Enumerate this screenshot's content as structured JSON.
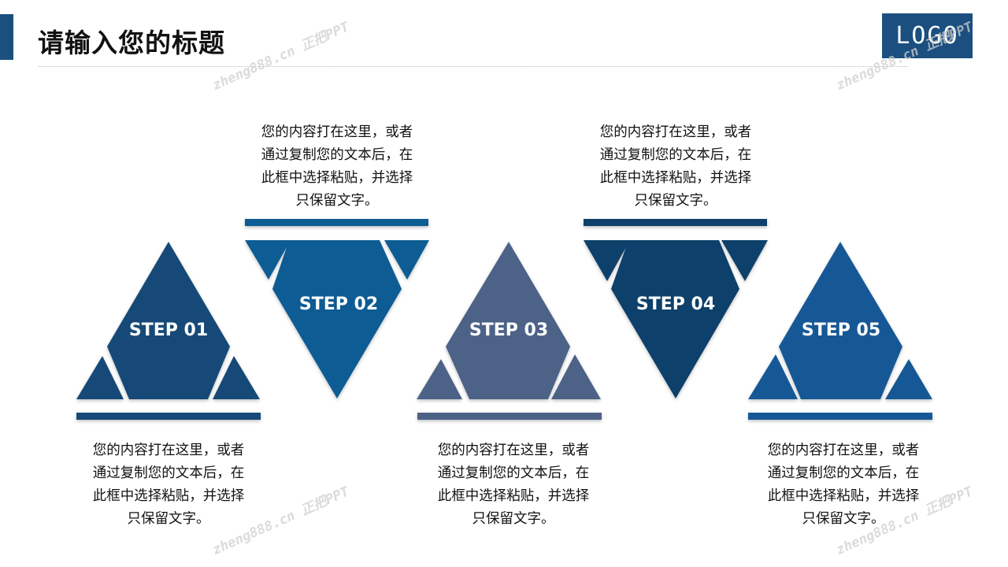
{
  "page": {
    "title": "请输入您的标题",
    "logo": "LOGO",
    "watermark": "zheng888.cn 正把PPT"
  },
  "colors": {
    "primary": "#1b4f80",
    "step1": "#174a77",
    "step2": "#0f5b93",
    "step3": "#4d6287",
    "step4": "#113f6b",
    "step5": "#135896"
  },
  "steps": [
    {
      "label": "STEP 01",
      "color": "#174a77",
      "text": [
        "您的内容打在这里，或者",
        "通过复制您的文本后，在",
        "此框中选择粘贴，并选择",
        "只保留文字。"
      ]
    },
    {
      "label": "STEP 02",
      "color": "#0f5b93",
      "text": [
        "您的内容打在这里，或者",
        "通过复制您的文本后，在",
        "此框中选择粘贴，并选择",
        "只保留文字。"
      ]
    },
    {
      "label": "STEP 03",
      "color": "#4d6287",
      "text": [
        "您的内容打在这里，或者",
        "通过复制您的文本后，在",
        "此框中选择粘贴，并选择",
        "只保留文字。"
      ]
    },
    {
      "label": "STEP 04",
      "color": "#113f6b",
      "text": [
        "您的内容打在这里，或者",
        "通过复制您的文本后，在",
        "此框中选择粘贴，并选择",
        "只保留文字。"
      ]
    },
    {
      "label": "STEP 05",
      "color": "#135896",
      "text": [
        "您的内容打在这里，或者",
        "通过复制您的文本后，在",
        "此框中选择粘贴，并选择",
        "只保留文字。"
      ]
    }
  ]
}
